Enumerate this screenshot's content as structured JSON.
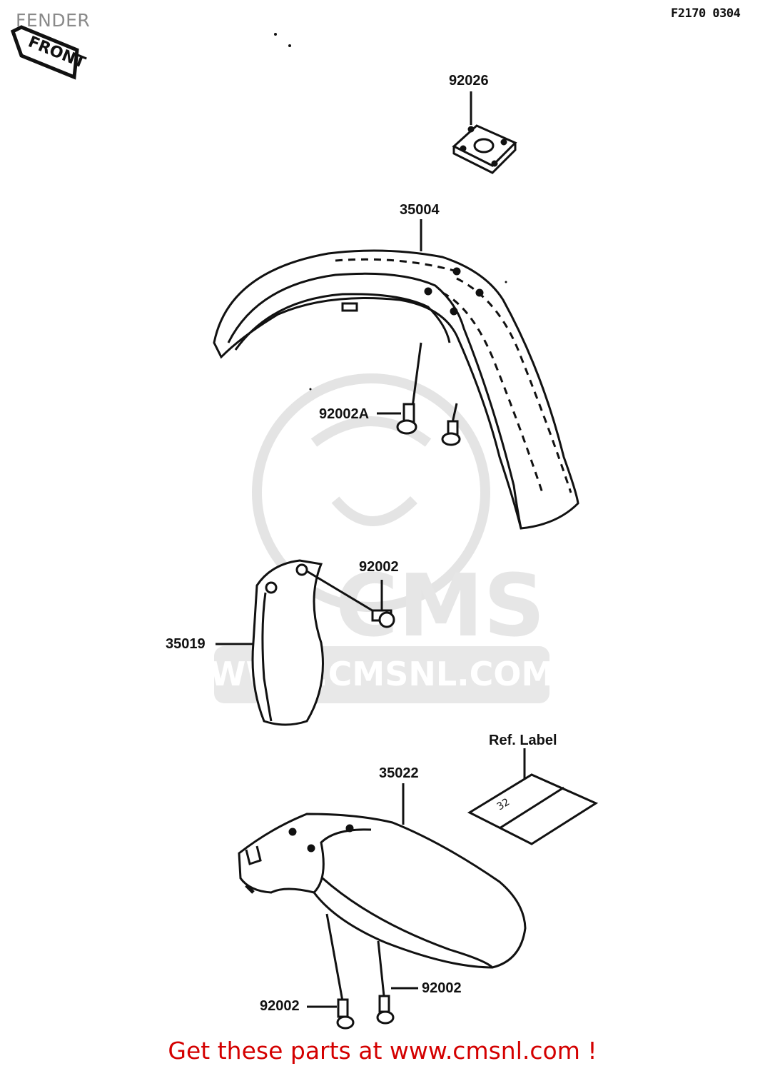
{
  "header": {
    "title": "FENDER",
    "figure_code": "F2170 0304"
  },
  "front_arrow_text": "FRONT",
  "parts": [
    {
      "id": "92026"
    },
    {
      "id": "35004"
    },
    {
      "id": "92002A"
    },
    {
      "id": "92002"
    },
    {
      "id": "35019"
    },
    {
      "id": "Ref. Label"
    },
    {
      "id": "35022"
    },
    {
      "id": "92002"
    },
    {
      "id": "92002"
    }
  ],
  "watermark": {
    "brand": "CMS",
    "url": "WWW.CMSNL.COM"
  },
  "footer": {
    "cta": "Get these parts at www.cmsnl.com !"
  },
  "colors": {
    "line": "#111111",
    "watermark": "#e6e6e6",
    "cta": "#d40000",
    "title": "#8a8a8a"
  }
}
